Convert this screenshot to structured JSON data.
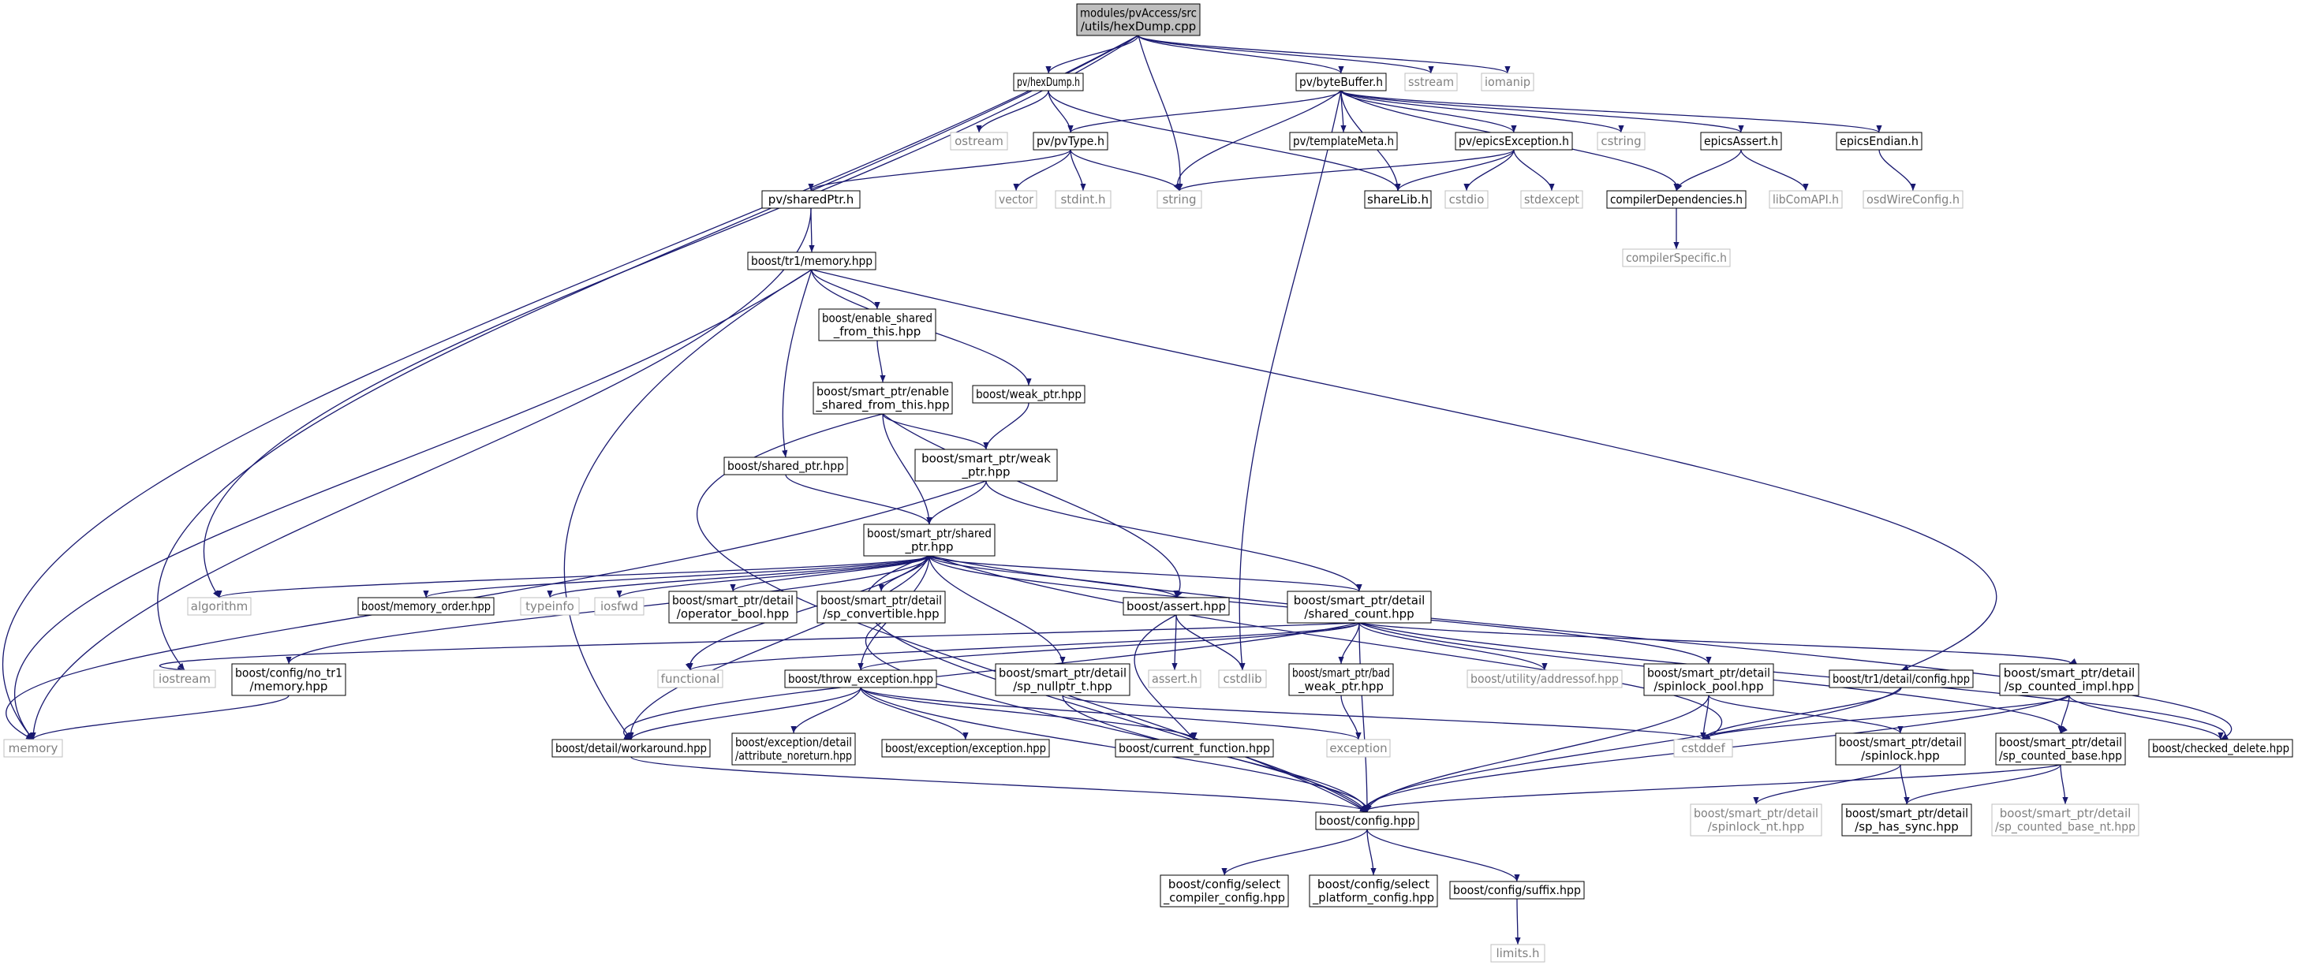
{
  "root": "modules/pvAccess/src/utils/hexDump.cpp",
  "colors": {
    "edge": "#191970",
    "documented_border": "#000000",
    "external_border": "#bfbfbf",
    "external_text": "#808080",
    "root_fill": "#bfbfbf",
    "text": "#000000"
  },
  "nodes": {
    "n0": {
      "lines": [
        "modules/pvAccess/src",
        "/utils/hexDump.cpp"
      ],
      "kind": "root"
    },
    "n1": {
      "lines": [
        "pv/hexDump.h"
      ],
      "kind": "documented"
    },
    "n2": {
      "lines": [
        "pv/byteBuffer.h"
      ],
      "kind": "documented"
    },
    "n3": {
      "lines": [
        "sstream"
      ],
      "kind": "external"
    },
    "n4": {
      "lines": [
        "iomanip"
      ],
      "kind": "external"
    },
    "n5": {
      "lines": [
        "ostream"
      ],
      "kind": "external"
    },
    "n6": {
      "lines": [
        "pv/pvType.h"
      ],
      "kind": "documented"
    },
    "n7": {
      "lines": [
        "pv/templateMeta.h"
      ],
      "kind": "documented"
    },
    "n8": {
      "lines": [
        "pv/epicsException.h"
      ],
      "kind": "documented"
    },
    "n9": {
      "lines": [
        "cstring"
      ],
      "kind": "external"
    },
    "n10": {
      "lines": [
        "epicsAssert.h"
      ],
      "kind": "documented"
    },
    "n11": {
      "lines": [
        "epicsEndian.h"
      ],
      "kind": "documented"
    },
    "n12": {
      "lines": [
        "pv/sharedPtr.h"
      ],
      "kind": "documented"
    },
    "n13": {
      "lines": [
        "vector"
      ],
      "kind": "external"
    },
    "n14": {
      "lines": [
        "stdint.h"
      ],
      "kind": "external"
    },
    "n15": {
      "lines": [
        "string"
      ],
      "kind": "external"
    },
    "n16": {
      "lines": [
        "shareLib.h"
      ],
      "kind": "documented"
    },
    "n17": {
      "lines": [
        "cstdio"
      ],
      "kind": "external"
    },
    "n18": {
      "lines": [
        "stdexcept"
      ],
      "kind": "external"
    },
    "n19": {
      "lines": [
        "compilerDependencies.h"
      ],
      "kind": "documented"
    },
    "n20": {
      "lines": [
        "libComAPI.h"
      ],
      "kind": "external"
    },
    "n21": {
      "lines": [
        "osdWireConfig.h"
      ],
      "kind": "external"
    },
    "n22": {
      "lines": [
        "compilerSpecific.h"
      ],
      "kind": "external"
    },
    "n23": {
      "lines": [
        "boost/tr1/memory.hpp"
      ],
      "kind": "documented"
    },
    "n24": {
      "lines": [
        "boost/enable_shared",
        "_from_this.hpp"
      ],
      "kind": "documented"
    },
    "n25": {
      "lines": [
        "boost/smart_ptr/enable",
        "_shared_from_this.hpp"
      ],
      "kind": "documented"
    },
    "n26": {
      "lines": [
        "boost/weak_ptr.hpp"
      ],
      "kind": "documented"
    },
    "n27": {
      "lines": [
        "boost/shared_ptr.hpp"
      ],
      "kind": "documented"
    },
    "n28": {
      "lines": [
        "boost/smart_ptr/weak",
        "_ptr.hpp"
      ],
      "kind": "documented"
    },
    "n29": {
      "lines": [
        "boost/smart_ptr/shared",
        "_ptr.hpp"
      ],
      "kind": "documented"
    },
    "n30": {
      "lines": [
        "algorithm"
      ],
      "kind": "external"
    },
    "n31": {
      "lines": [
        "boost/memory_order.hpp"
      ],
      "kind": "documented"
    },
    "n32": {
      "lines": [
        "typeinfo"
      ],
      "kind": "external"
    },
    "n33": {
      "lines": [
        "iosfwd"
      ],
      "kind": "external"
    },
    "n34": {
      "lines": [
        "boost/smart_ptr/detail",
        "/operator_bool.hpp"
      ],
      "kind": "documented"
    },
    "n35": {
      "lines": [
        "boost/smart_ptr/detail",
        "/sp_convertible.hpp"
      ],
      "kind": "documented"
    },
    "n36": {
      "lines": [
        "boost/assert.hpp"
      ],
      "kind": "documented"
    },
    "n37": {
      "lines": [
        "boost/smart_ptr/detail",
        "/shared_count.hpp"
      ],
      "kind": "documented"
    },
    "n38": {
      "lines": [
        "iostream"
      ],
      "kind": "external"
    },
    "n39": {
      "lines": [
        "boost/config/no_tr1",
        "/memory.hpp"
      ],
      "kind": "documented"
    },
    "n40": {
      "lines": [
        "functional"
      ],
      "kind": "external"
    },
    "n41": {
      "lines": [
        "boost/throw_exception.hpp"
      ],
      "kind": "documented"
    },
    "n42": {
      "lines": [
        "boost/smart_ptr/detail",
        "/sp_nullptr_t.hpp"
      ],
      "kind": "documented"
    },
    "n43": {
      "lines": [
        "assert.h"
      ],
      "kind": "external"
    },
    "n44": {
      "lines": [
        "cstdlib"
      ],
      "kind": "external"
    },
    "n45": {
      "lines": [
        "boost/smart_ptr/bad",
        "_weak_ptr.hpp"
      ],
      "kind": "documented"
    },
    "n46": {
      "lines": [
        "boost/utility/addressof.hpp"
      ],
      "kind": "external"
    },
    "n47": {
      "lines": [
        "boost/smart_ptr/detail",
        "/spinlock_pool.hpp"
      ],
      "kind": "documented"
    },
    "n48": {
      "lines": [
        "boost/tr1/detail/config.hpp"
      ],
      "kind": "documented"
    },
    "n49": {
      "lines": [
        "boost/smart_ptr/detail",
        "/sp_counted_impl.hpp"
      ],
      "kind": "documented"
    },
    "n50": {
      "lines": [
        "memory"
      ],
      "kind": "external"
    },
    "n51": {
      "lines": [
        "boost/detail/workaround.hpp"
      ],
      "kind": "documented"
    },
    "n52": {
      "lines": [
        "boost/exception/detail",
        "/attribute_noreturn.hpp"
      ],
      "kind": "documented"
    },
    "n53": {
      "lines": [
        "boost/exception/exception.hpp"
      ],
      "kind": "documented"
    },
    "n54": {
      "lines": [
        "boost/current_function.hpp"
      ],
      "kind": "documented"
    },
    "n55": {
      "lines": [
        "exception"
      ],
      "kind": "external"
    },
    "n56": {
      "lines": [
        "cstddef"
      ],
      "kind": "external"
    },
    "n57": {
      "lines": [
        "boost/smart_ptr/detail",
        "/spinlock.hpp"
      ],
      "kind": "documented"
    },
    "n58": {
      "lines": [
        "boost/smart_ptr/detail",
        "/sp_counted_base.hpp"
      ],
      "kind": "documented"
    },
    "n59": {
      "lines": [
        "boost/checked_delete.hpp"
      ],
      "kind": "documented"
    },
    "n60": {
      "lines": [
        "boost/config.hpp"
      ],
      "kind": "documented"
    },
    "n61": {
      "lines": [
        "boost/smart_ptr/detail",
        "/spinlock_nt.hpp"
      ],
      "kind": "external"
    },
    "n62": {
      "lines": [
        "boost/smart_ptr/detail",
        "/sp_has_sync.hpp"
      ],
      "kind": "documented"
    },
    "n63": {
      "lines": [
        "boost/smart_ptr/detail",
        "/sp_counted_base_nt.hpp"
      ],
      "kind": "external"
    },
    "n64": {
      "lines": [
        "boost/config/select",
        "_compiler_config.hpp"
      ],
      "kind": "documented"
    },
    "n65": {
      "lines": [
        "boost/config/select",
        "_platform_config.hpp"
      ],
      "kind": "documented"
    },
    "n66": {
      "lines": [
        "boost/config/suffix.hpp"
      ],
      "kind": "documented"
    },
    "n67": {
      "lines": [
        "limits.h"
      ],
      "kind": "external"
    }
  },
  "edges": [
    [
      "n0",
      "n1"
    ],
    [
      "n0",
      "n2"
    ],
    [
      "n0",
      "n3"
    ],
    [
      "n0",
      "n4"
    ],
    [
      "n0",
      "n15"
    ],
    [
      "n0",
      "n30"
    ],
    [
      "n0",
      "n38"
    ],
    [
      "n0",
      "n50"
    ],
    [
      "n1",
      "n5"
    ],
    [
      "n1",
      "n6"
    ],
    [
      "n1",
      "n16"
    ],
    [
      "n2",
      "n6"
    ],
    [
      "n2",
      "n7"
    ],
    [
      "n2",
      "n8"
    ],
    [
      "n2",
      "n9"
    ],
    [
      "n2",
      "n10"
    ],
    [
      "n2",
      "n11"
    ],
    [
      "n2",
      "n15"
    ],
    [
      "n2",
      "n16"
    ],
    [
      "n2",
      "n19"
    ],
    [
      "n2",
      "n44"
    ],
    [
      "n6",
      "n12"
    ],
    [
      "n6",
      "n13"
    ],
    [
      "n6",
      "n14"
    ],
    [
      "n6",
      "n15"
    ],
    [
      "n8",
      "n15"
    ],
    [
      "n8",
      "n16"
    ],
    [
      "n8",
      "n17"
    ],
    [
      "n8",
      "n18"
    ],
    [
      "n10",
      "n19"
    ],
    [
      "n10",
      "n20"
    ],
    [
      "n11",
      "n21"
    ],
    [
      "n19",
      "n22"
    ],
    [
      "n12",
      "n23"
    ],
    [
      "n12",
      "n50"
    ],
    [
      "n23",
      "n24"
    ],
    [
      "n23",
      "n26"
    ],
    [
      "n23",
      "n27"
    ],
    [
      "n23",
      "n48"
    ],
    [
      "n23",
      "n50"
    ],
    [
      "n23",
      "n51"
    ],
    [
      "n24",
      "n25"
    ],
    [
      "n25",
      "n28"
    ],
    [
      "n25",
      "n29"
    ],
    [
      "n25",
      "n36"
    ],
    [
      "n25",
      "n60"
    ],
    [
      "n26",
      "n28"
    ],
    [
      "n27",
      "n29"
    ],
    [
      "n28",
      "n29"
    ],
    [
      "n28",
      "n37"
    ],
    [
      "n28",
      "n50"
    ],
    [
      "n29",
      "n30"
    ],
    [
      "n29",
      "n31"
    ],
    [
      "n29",
      "n32"
    ],
    [
      "n29",
      "n33"
    ],
    [
      "n29",
      "n34"
    ],
    [
      "n29",
      "n35"
    ],
    [
      "n29",
      "n36"
    ],
    [
      "n29",
      "n37"
    ],
    [
      "n29",
      "n39"
    ],
    [
      "n29",
      "n40"
    ],
    [
      "n29",
      "n41"
    ],
    [
      "n29",
      "n42"
    ],
    [
      "n29",
      "n47"
    ],
    [
      "n29",
      "n51"
    ],
    [
      "n29",
      "n56"
    ],
    [
      "n29",
      "n59"
    ],
    [
      "n29",
      "n60"
    ],
    [
      "n35",
      "n60"
    ],
    [
      "n36",
      "n43"
    ],
    [
      "n36",
      "n44"
    ],
    [
      "n36",
      "n54"
    ],
    [
      "n37",
      "n38"
    ],
    [
      "n37",
      "n40"
    ],
    [
      "n37",
      "n41"
    ],
    [
      "n37",
      "n45"
    ],
    [
      "n37",
      "n46"
    ],
    [
      "n37",
      "n49"
    ],
    [
      "n37",
      "n51"
    ],
    [
      "n37",
      "n58"
    ],
    [
      "n37",
      "n59"
    ],
    [
      "n37",
      "n60"
    ],
    [
      "n39",
      "n50"
    ],
    [
      "n41",
      "n51"
    ],
    [
      "n41",
      "n52"
    ],
    [
      "n41",
      "n53"
    ],
    [
      "n41",
      "n54"
    ],
    [
      "n41",
      "n55"
    ],
    [
      "n41",
      "n60"
    ],
    [
      "n42",
      "n56"
    ],
    [
      "n42",
      "n60"
    ],
    [
      "n45",
      "n55"
    ],
    [
      "n47",
      "n56"
    ],
    [
      "n47",
      "n57"
    ],
    [
      "n47",
      "n60"
    ],
    [
      "n48",
      "n56"
    ],
    [
      "n48",
      "n60"
    ],
    [
      "n49",
      "n56"
    ],
    [
      "n49",
      "n58"
    ],
    [
      "n49",
      "n59"
    ],
    [
      "n49",
      "n60"
    ],
    [
      "n51",
      "n60"
    ],
    [
      "n57",
      "n61"
    ],
    [
      "n57",
      "n62"
    ],
    [
      "n58",
      "n60"
    ],
    [
      "n58",
      "n62"
    ],
    [
      "n58",
      "n63"
    ],
    [
      "n60",
      "n64"
    ],
    [
      "n60",
      "n65"
    ],
    [
      "n60",
      "n66"
    ],
    [
      "n66",
      "n67"
    ]
  ]
}
